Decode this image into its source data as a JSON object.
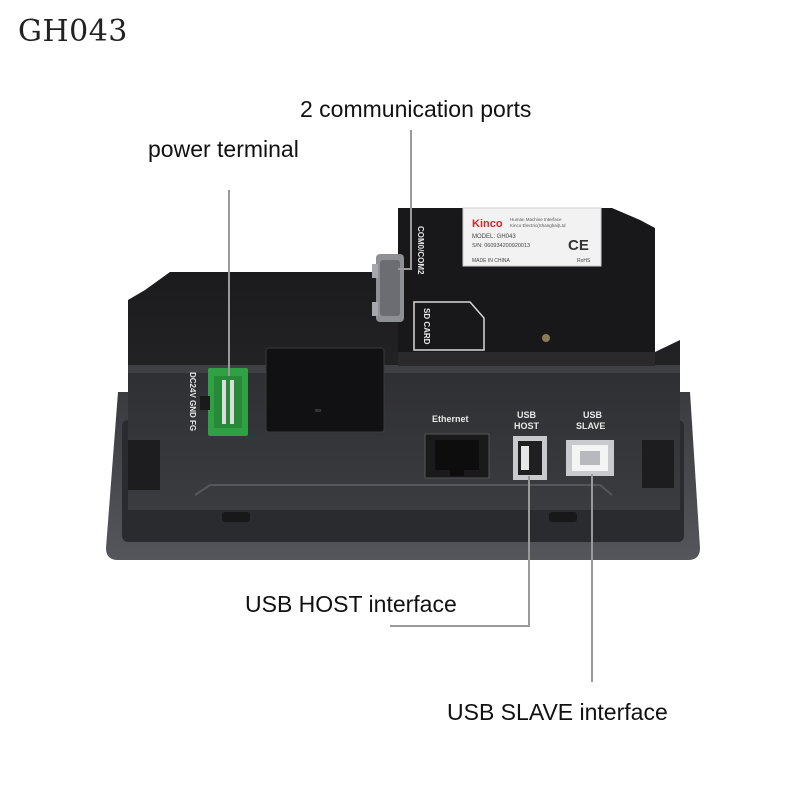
{
  "title": "GH043",
  "callouts": {
    "comm_ports": "2 communication ports",
    "power_terminal": "power terminal",
    "usb_host_interface": "USB HOST interface",
    "usb_slave_interface": "USB SLAVE interface"
  },
  "device": {
    "brand": "Kinco",
    "label_line1": "Human Machine Interface",
    "label_line2": "Kinco Electric(Shanghai)Ltd",
    "model_label": "MODEL: GH043",
    "serial_label": "S/N: 060934200920013",
    "made_in": "MADE IN CHINA",
    "rohs": "RoHS",
    "ce_mark": "CE",
    "com_port_label": "COM0/COM2",
    "sd_card_label": "SD CARD",
    "power_label": "DC24V GND FG",
    "ethernet_label": "Ethernet",
    "usb_host_label_1": "USB",
    "usb_host_label_2": "HOST",
    "usb_slave_label_1": "USB",
    "usb_slave_label_2": "SLAVE"
  },
  "colors": {
    "housing": "#1f1f21",
    "bezel": "#4a4b4f",
    "terminal_green": "#2fa043",
    "leader_line": "#9a9a9a"
  }
}
